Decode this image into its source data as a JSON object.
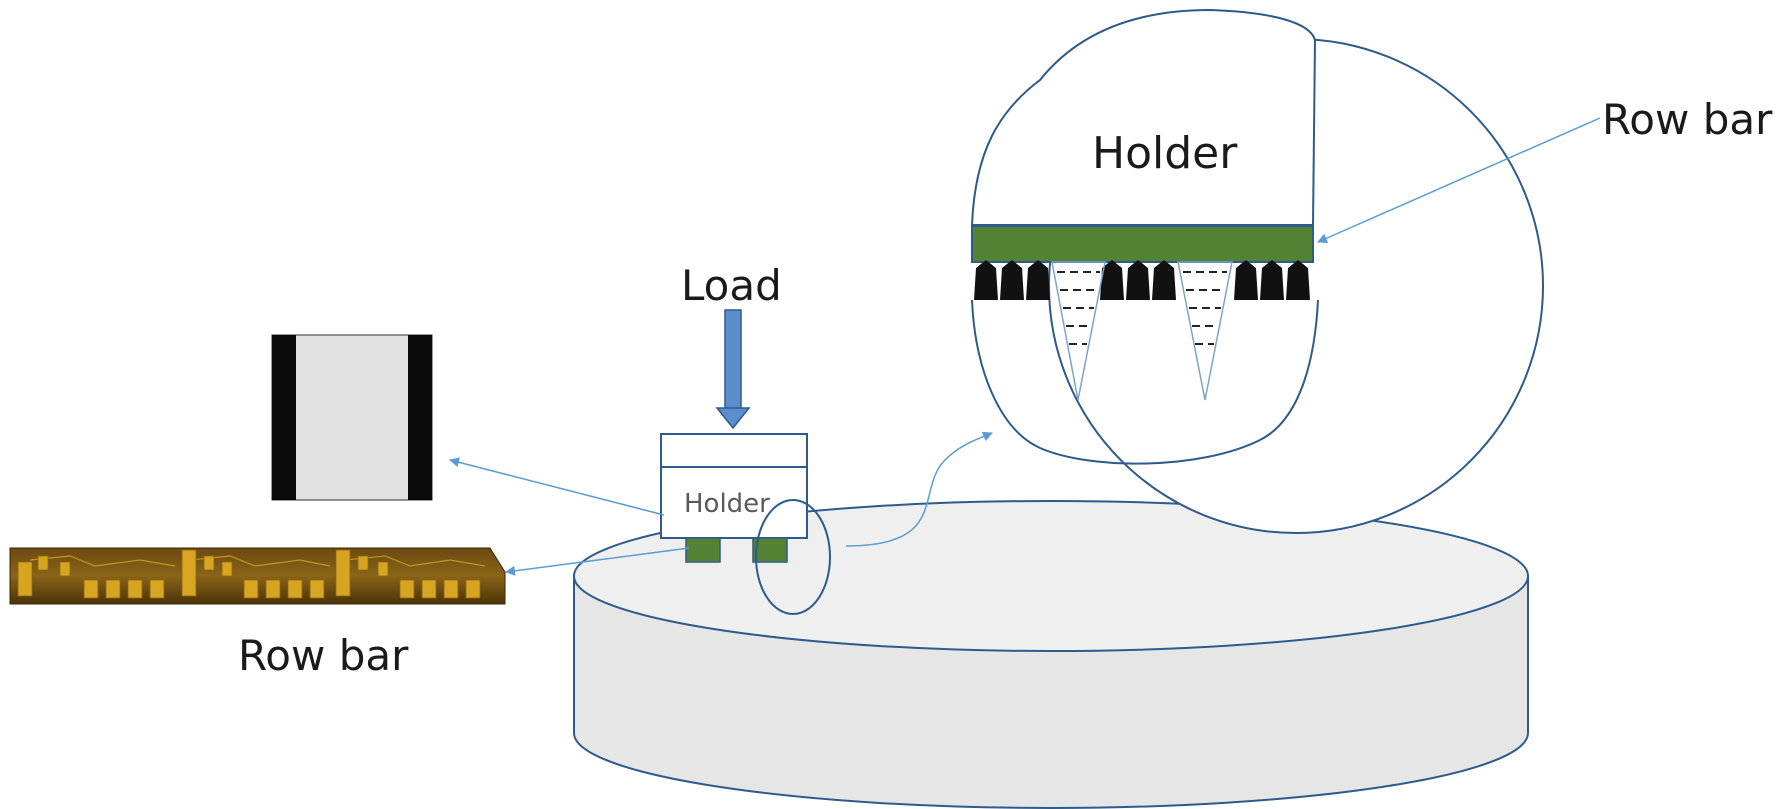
{
  "labels": {
    "load": "Load",
    "holder_small": "Holder",
    "holder_zoom": "Holder",
    "row_bar_left": "Row bar",
    "row_bar_right": "Row bar"
  },
  "colors": {
    "outline": "#2e5a8c",
    "arrow": "#5b9bd5",
    "load_arrow": "#5b8fcc",
    "row_bar_green": "#548235",
    "platform_top": "#efefef",
    "platform_side": "#e6e6e6",
    "chip_gold": "#d8a520",
    "chip_dark": "#5a3e10"
  }
}
